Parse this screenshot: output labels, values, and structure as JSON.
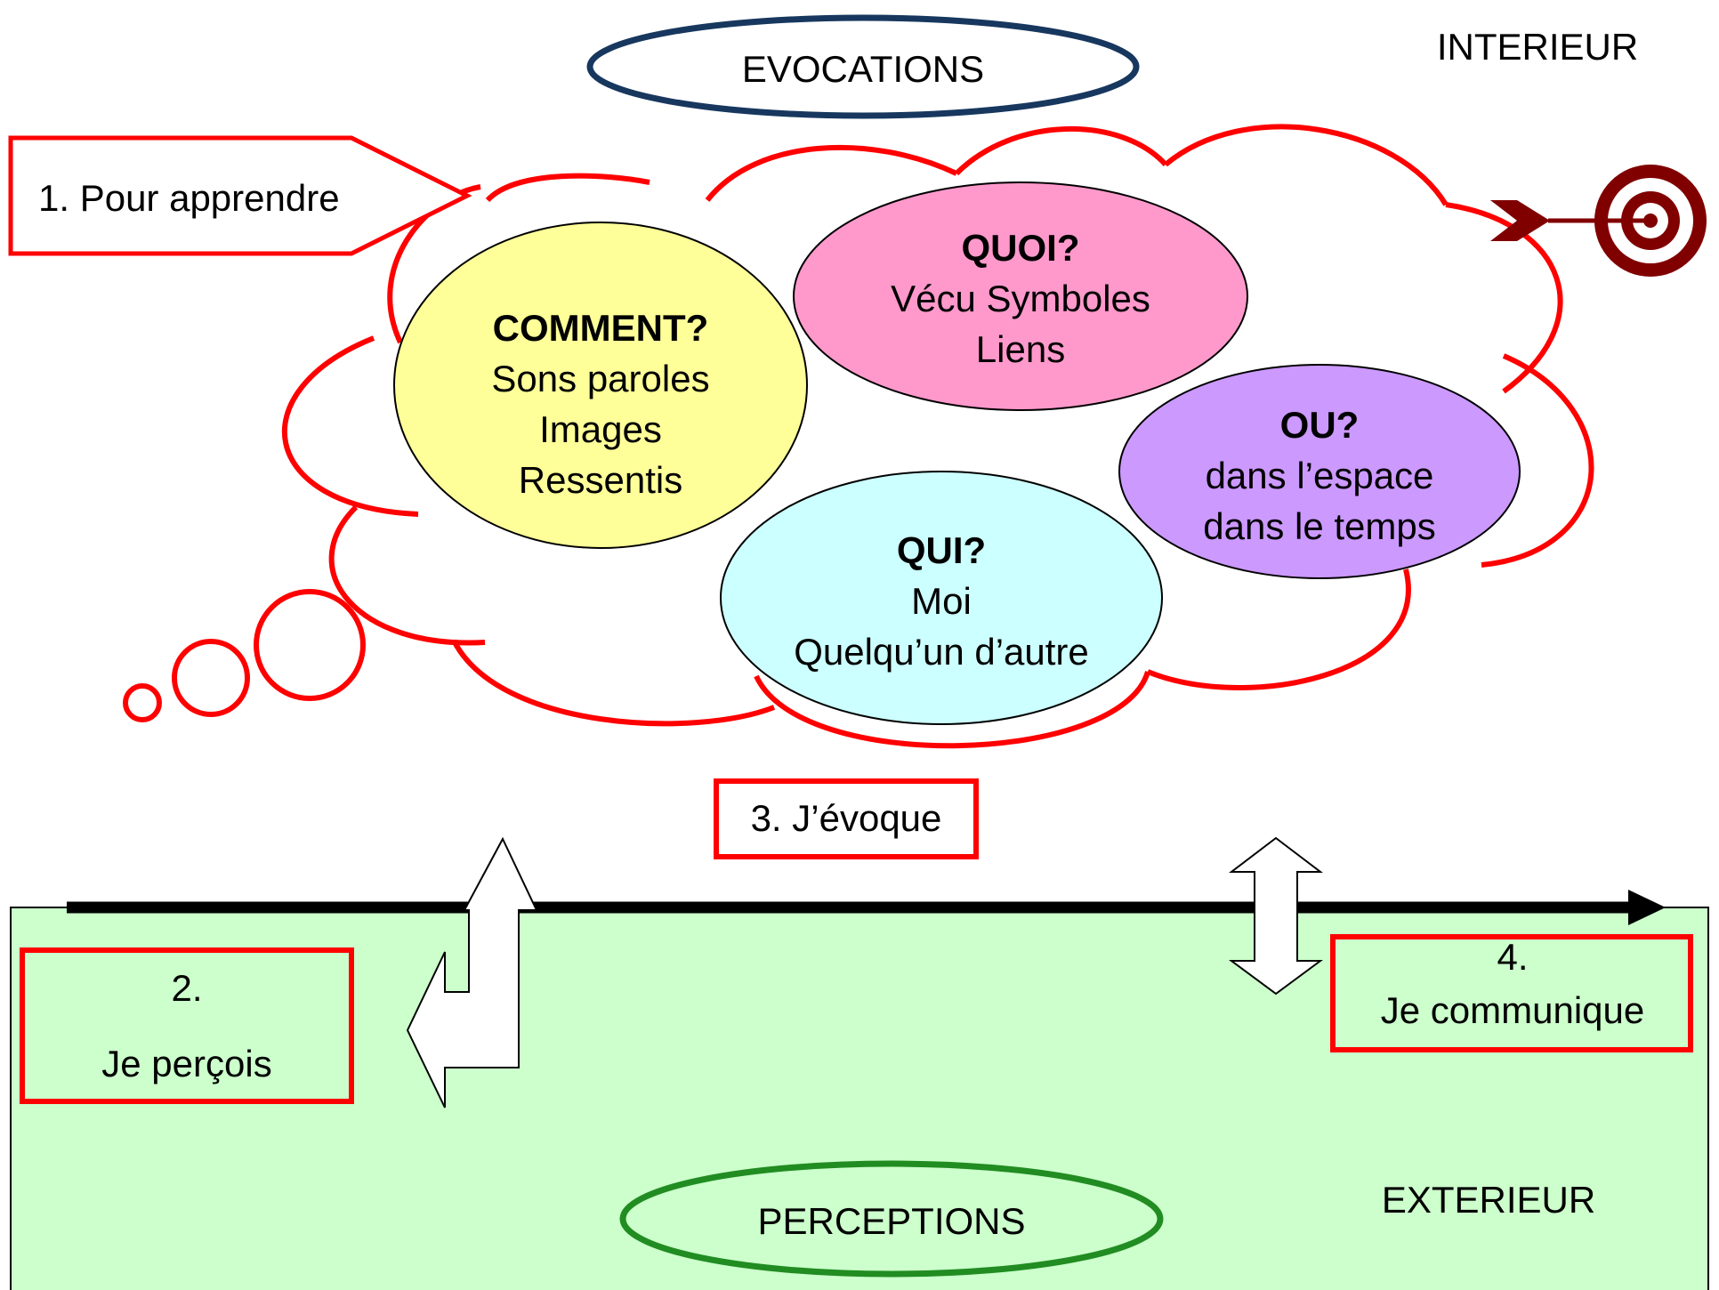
{
  "labels": {
    "evocations": "EVOCATIONS",
    "interieur": "INTERIEUR",
    "exterieur": "EXTERIEUR",
    "perceptions": "PERCEPTIONS"
  },
  "steps": {
    "step1": "1. Pour apprendre",
    "step2_num": "2.",
    "step2_text": "Je perçois",
    "step3": "3. J’évoque",
    "step4_num": "4.",
    "step4_text": "Je communique"
  },
  "bubbles": {
    "comment": {
      "title": "COMMENT?",
      "l1": "Sons paroles",
      "l2": "Images",
      "l3": "Ressentis",
      "color": "#FFFF99"
    },
    "quoi": {
      "title": "QUOI?",
      "l1": "Vécu Symboles",
      "l2": "Liens",
      "color": "#FF99CC"
    },
    "ou": {
      "title": "OU?",
      "l1": "dans l’espace",
      "l2": "dans le temps",
      "color": "#CC99FF"
    },
    "qui": {
      "title": "QUI?",
      "l1": "Moi",
      "l2": "Quelqu’un d’autre",
      "color": "#CCFFFF"
    }
  },
  "colors": {
    "red": "#FF0000",
    "navy": "#17375E",
    "green": "#218C21",
    "exterior_fill": "#CCFFCC",
    "target": "#800000"
  }
}
